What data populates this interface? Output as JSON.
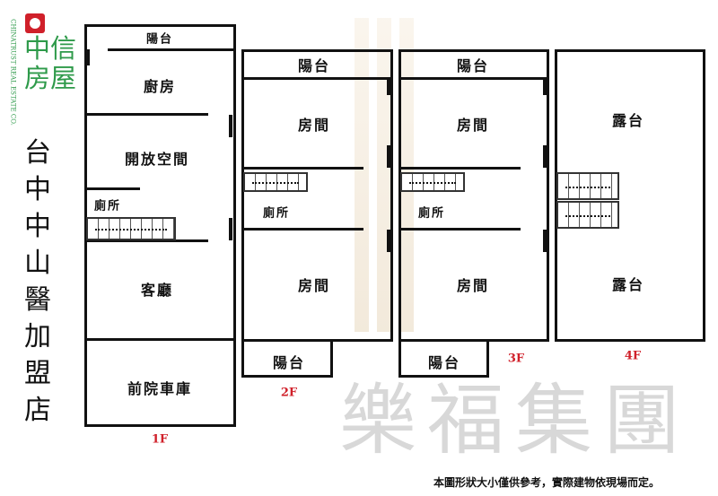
{
  "logo": {
    "brand_cn": "中信房屋",
    "brand_en": "CHINATRUST REAL ESTATE CO.",
    "color": "#2e9a4a",
    "accent": "#d0202a"
  },
  "store_name": "台中中山醫加盟店",
  "watermark": "樂福集團",
  "floors": {
    "f1": {
      "label": "1F",
      "rooms": [
        "陽台",
        "廚房",
        "開放空間",
        "廁所",
        "客廳",
        "前院車庫"
      ]
    },
    "f2": {
      "label": "2F",
      "rooms": [
        "陽台",
        "房間",
        "廁所",
        "房間",
        "陽台"
      ]
    },
    "f3": {
      "label": "3F",
      "rooms": [
        "陽台",
        "房間",
        "廁所",
        "房間",
        "陽台"
      ]
    },
    "f4": {
      "label": "4F",
      "rooms": [
        "露台",
        "露台"
      ]
    }
  },
  "footnote": "本圖形狀大小僅供參考，實際建物依現場而定。"
}
